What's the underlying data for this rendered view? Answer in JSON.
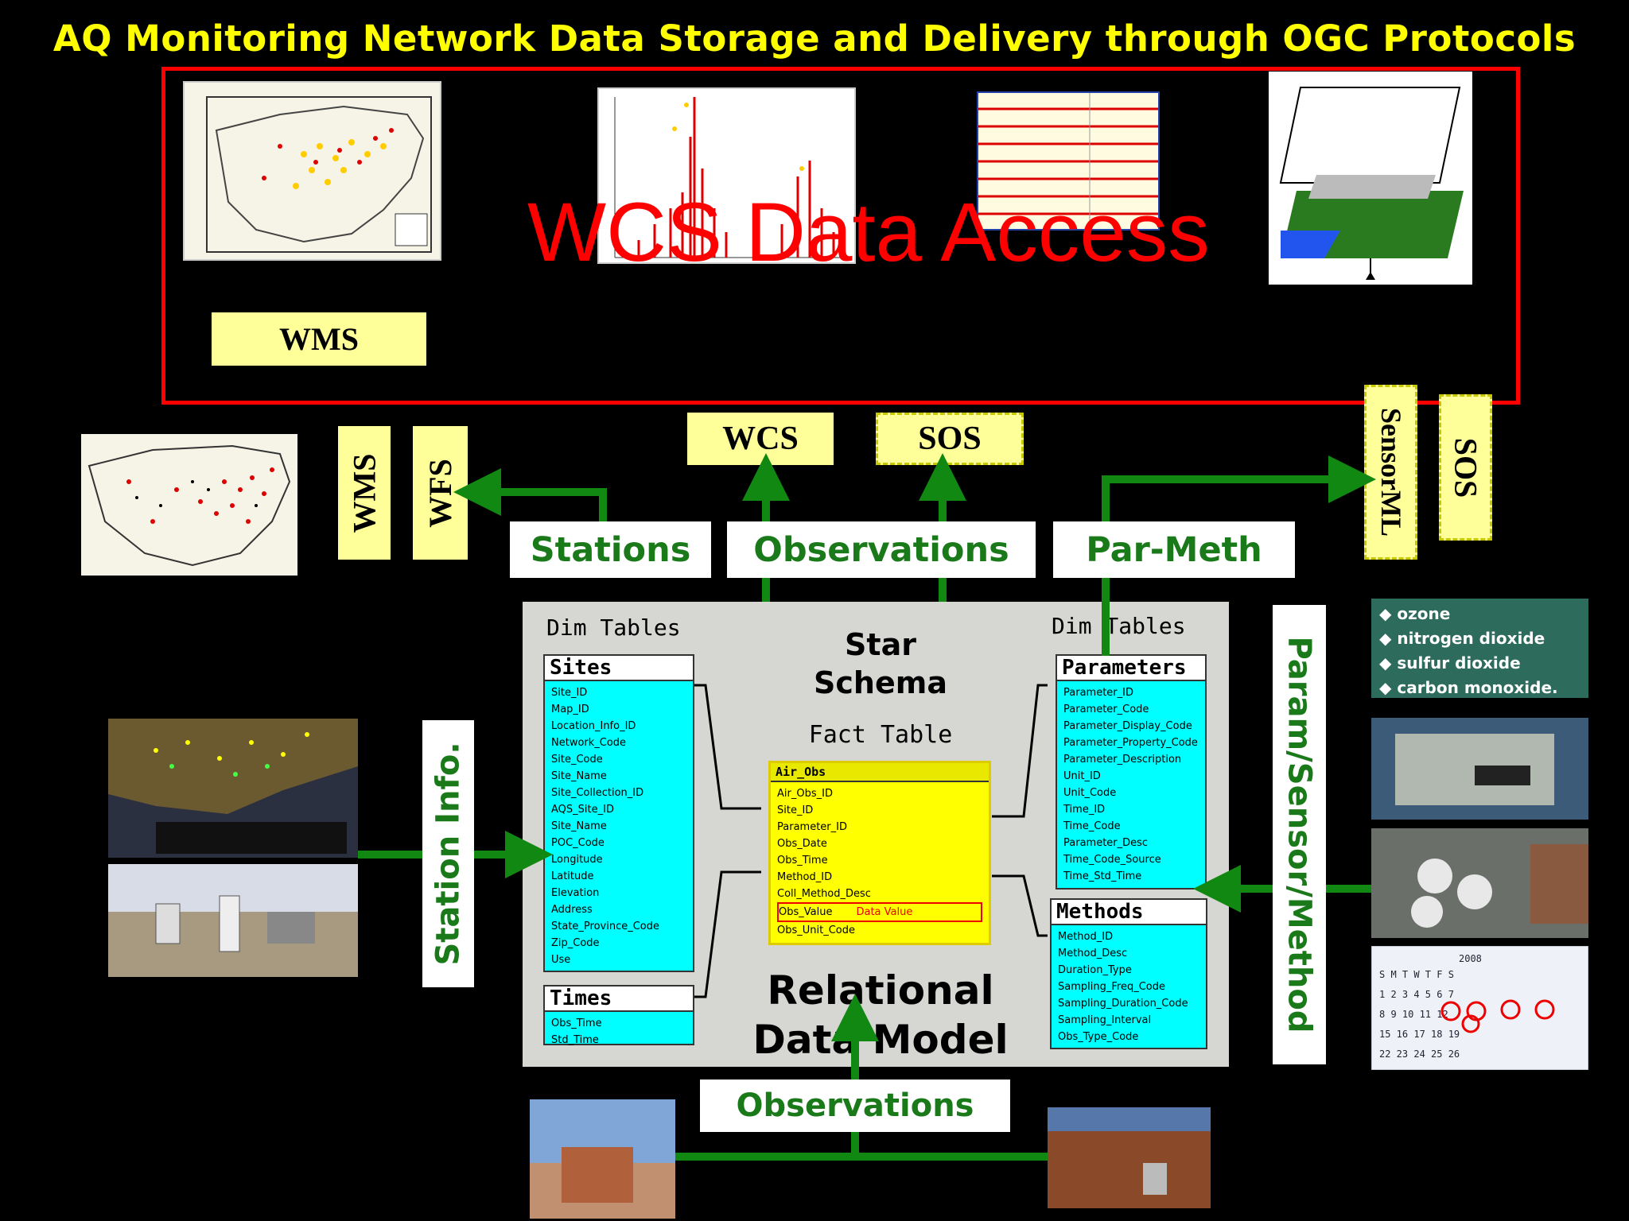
{
  "title": "AQ Monitoring Network Data Storage and Delivery through OGC Protocols",
  "wcs_overlay": "WCS Data Access",
  "services": {
    "wms_top": "WMS",
    "wms_side": "WMS",
    "wfs_side": "WFS",
    "wcs": "WCS",
    "sos": "SOS",
    "sensorml": "SensorML",
    "sos_side": "SOS"
  },
  "labels": {
    "stations": "Stations",
    "observations_top": "Observations",
    "par_meth": "Par-Meth",
    "station_info": "Station Info.",
    "param_sensor_method": "Param/Sensor/Method",
    "observations_bottom": "Observations"
  },
  "schema": {
    "dim_tables_left": "Dim Tables",
    "dim_tables_right": "Dim Tables",
    "star_schema": "Star\nSchema",
    "fact_table": "Fact Table",
    "relational": "Relational\nData Model",
    "sites_title": "Sites",
    "times_title": "Times",
    "parameters_title": "Parameters",
    "methods_title": "Methods",
    "fact_header": "Air_Obs",
    "value_label": "Data Value",
    "sites_rows": [
      "Site_ID",
      "Map_ID",
      "Location_Info_ID",
      "Network_Code",
      "Site_Code",
      "Site_Name",
      "Site_Collection_ID",
      "AQS_Site_ID",
      "Site_Name",
      "POC_Code",
      "Longitude",
      "Latitude",
      "Elevation",
      "Address",
      "State_Province_Code",
      "Zip_Code",
      "Use"
    ],
    "times_rows": [
      "Obs_Time",
      "Std_Time"
    ],
    "fact_rows": [
      "Air_Obs_ID",
      "Site_ID",
      "Parameter_ID",
      "Obs_Date",
      "Obs_Time",
      "Method_ID",
      "Coll_Method_Desc",
      "Obs_Value",
      "Obs_Unit_Code"
    ],
    "param_rows": [
      "Parameter_ID",
      "Parameter_Code",
      "Parameter_Display_Code",
      "Parameter_Property_Code",
      "Parameter_Description",
      "Unit_ID",
      "Unit_Code",
      "Time_ID",
      "Time_Code",
      "Parameter_Desc",
      "Time_Code_Source",
      "Time_Std_Time"
    ],
    "methods_rows": [
      "Method_ID",
      "Method_Desc",
      "Duration_Type",
      "Sampling_Freq_Code",
      "Sampling_Duration_Code",
      "Sampling_Interval",
      "Obs_Type_Code"
    ]
  },
  "pollutants": [
    "ozone",
    "nitrogen dioxide",
    "sulfur dioxide",
    "carbon monoxide."
  ],
  "colors": {
    "title": "#ffff00",
    "red": "#ff0000",
    "green_arrow": "#118811",
    "label_green": "#1a7a1a",
    "service_box": "#ffff99",
    "table_cyan": "#00ffff",
    "fact_yellow": "#ffff00"
  }
}
